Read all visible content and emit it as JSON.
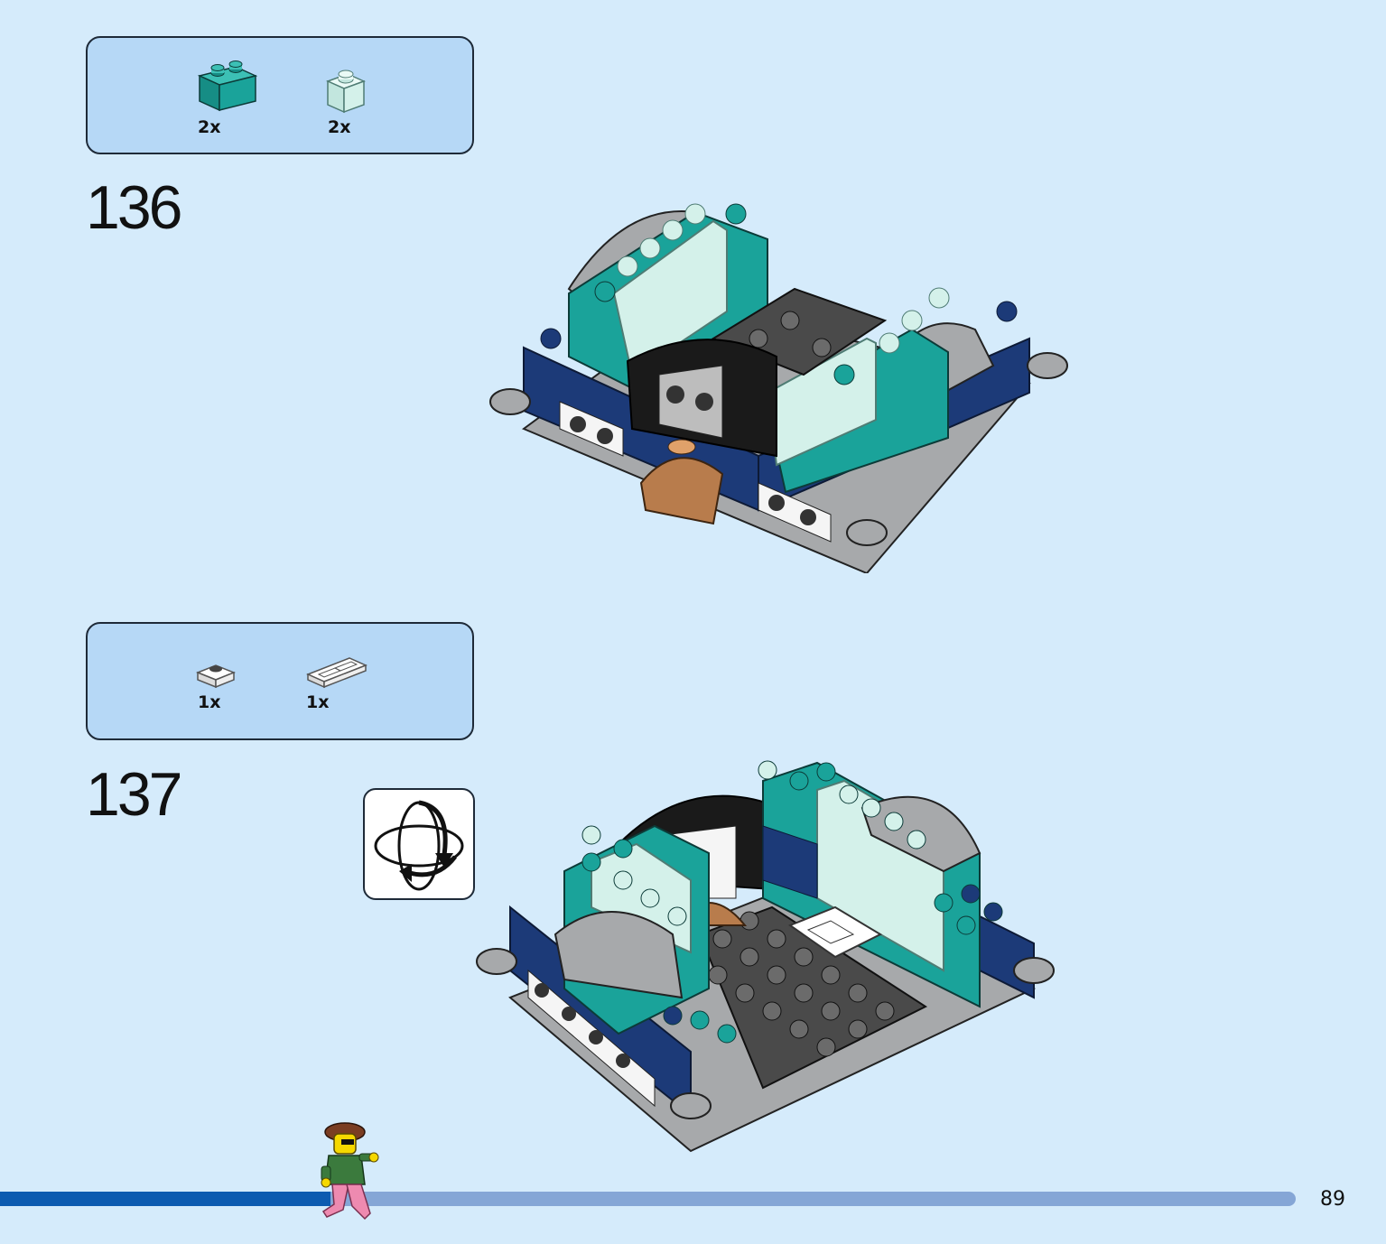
{
  "steps": [
    {
      "number": "136",
      "parts": [
        {
          "icon": "teal-brick-1x2-icon",
          "qty": "2x",
          "color": "#1aa39a"
        },
        {
          "icon": "light-aqua-brick-1x1-icon",
          "qty": "2x",
          "color": "#d4f1ea"
        }
      ]
    },
    {
      "number": "137",
      "parts": [
        {
          "icon": "white-plate-1x1-icon",
          "qty": "1x",
          "color": "#f2f2f2"
        },
        {
          "icon": "white-tile-1x2-grille-icon",
          "qty": "1x",
          "color": "#f2f2f2"
        }
      ],
      "rotate_icon": "rotate-model-icon"
    }
  ],
  "progress": {
    "fraction": 0.255
  },
  "page_number": "89",
  "colors": {
    "background": "#d5ebfb",
    "parts_box": "#b6d8f6",
    "teal": "#1aa39a",
    "dark_blue": "#1c3a78",
    "light_aqua": "#d4f1ea",
    "gray": "#a7a9ab",
    "progress_fill": "#0d5bb0",
    "progress_track": "#85a6d6"
  }
}
